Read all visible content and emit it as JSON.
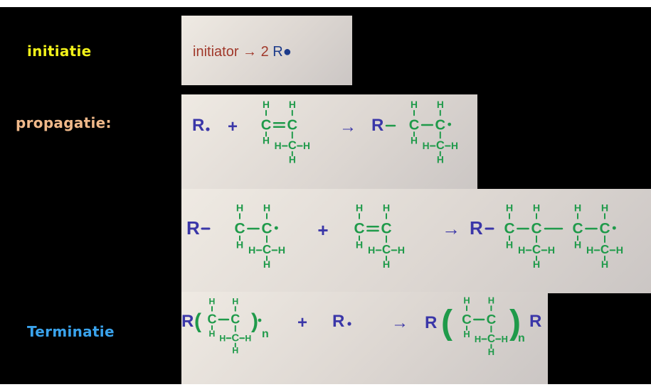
{
  "colors": {
    "initiatie_label": "#f2f21a",
    "propagatie_label": "#f0b98a",
    "terminatie_label": "#3aa3ec",
    "initiator_text": "#a0382a",
    "radical_text": "#1c3a8a",
    "marker_blue": "#3a36a8",
    "marker_green": "#1f9a4a"
  },
  "labels": {
    "initiatie": "initiatie",
    "propagatie": "propagatie:",
    "terminatie": "Terminatie"
  },
  "initiation": {
    "initiator": "initiator",
    "arrow": "→",
    "coefficient": "2",
    "radical": "R●"
  },
  "chem": {
    "R": "R",
    "Rdot": "R·",
    "Rdash": "R-",
    "plus": "+",
    "arrow": "→",
    "C": "C",
    "H": "H",
    "dot": "•",
    "n": "n",
    "double_bond": "=",
    "single_bond": "-",
    "methyl": "H-C-H",
    "paren_open": "(",
    "paren_close": ")"
  }
}
